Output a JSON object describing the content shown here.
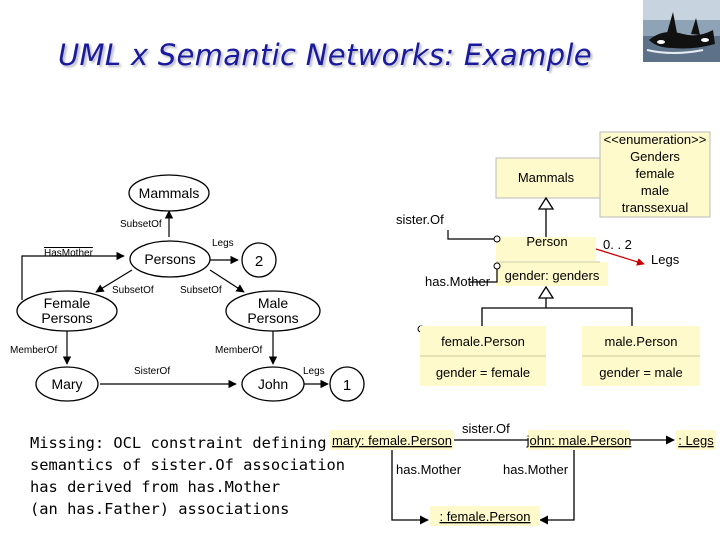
{
  "slide": {
    "title": "UML x Semantic Networks: Example",
    "note_lines": [
      "Missing: OCL constraint defining",
      "semantics of sister.Of association",
      "has derived from has.Mother",
      "(an has.Father) associations"
    ]
  },
  "semantic_network": {
    "nodes": {
      "mammals": "Mammals",
      "persons": "Persons",
      "female_persons": [
        "Female",
        "Persons"
      ],
      "male_persons": [
        "Male",
        "Persons"
      ],
      "mary": "Mary",
      "john": "John",
      "persons_legs_value": "2",
      "john_legs_value": "1"
    },
    "edge_labels": {
      "persons_mammals": "SubsetOf",
      "persons_legs": "Legs",
      "has_mother": "HasMother",
      "female_persons": "SubsetOf",
      "male_persons": "SubsetOf",
      "mary_memberof": "MemberOf",
      "john_memberof": "MemberOf",
      "sister_of": "SisterOf",
      "john_legs": "Legs"
    }
  },
  "uml": {
    "enumeration": [
      "<<enumeration>>",
      "Genders",
      "female",
      "male",
      "transsexual"
    ],
    "mammals": "Mammals",
    "person_name": "Person",
    "person_attribute": "gender: genders",
    "sister_of": "sister.Of",
    "has_mother": "has.Mother",
    "legs_multiplicity": "0. . 2",
    "legs": "Legs",
    "female_person_name": "female.Person",
    "female_person_attr": "gender = female",
    "male_person_name": "male.Person",
    "male_person_attr": "gender = male"
  },
  "object_diagram": {
    "mary": "mary: female.Person",
    "john": "john: male.Person",
    "legs": ": Legs",
    "sister_of": "sister.Of",
    "has_mother_left": "has.Mother",
    "has_mother_right": "has.Mother",
    "mother": ": female.Person"
  }
}
